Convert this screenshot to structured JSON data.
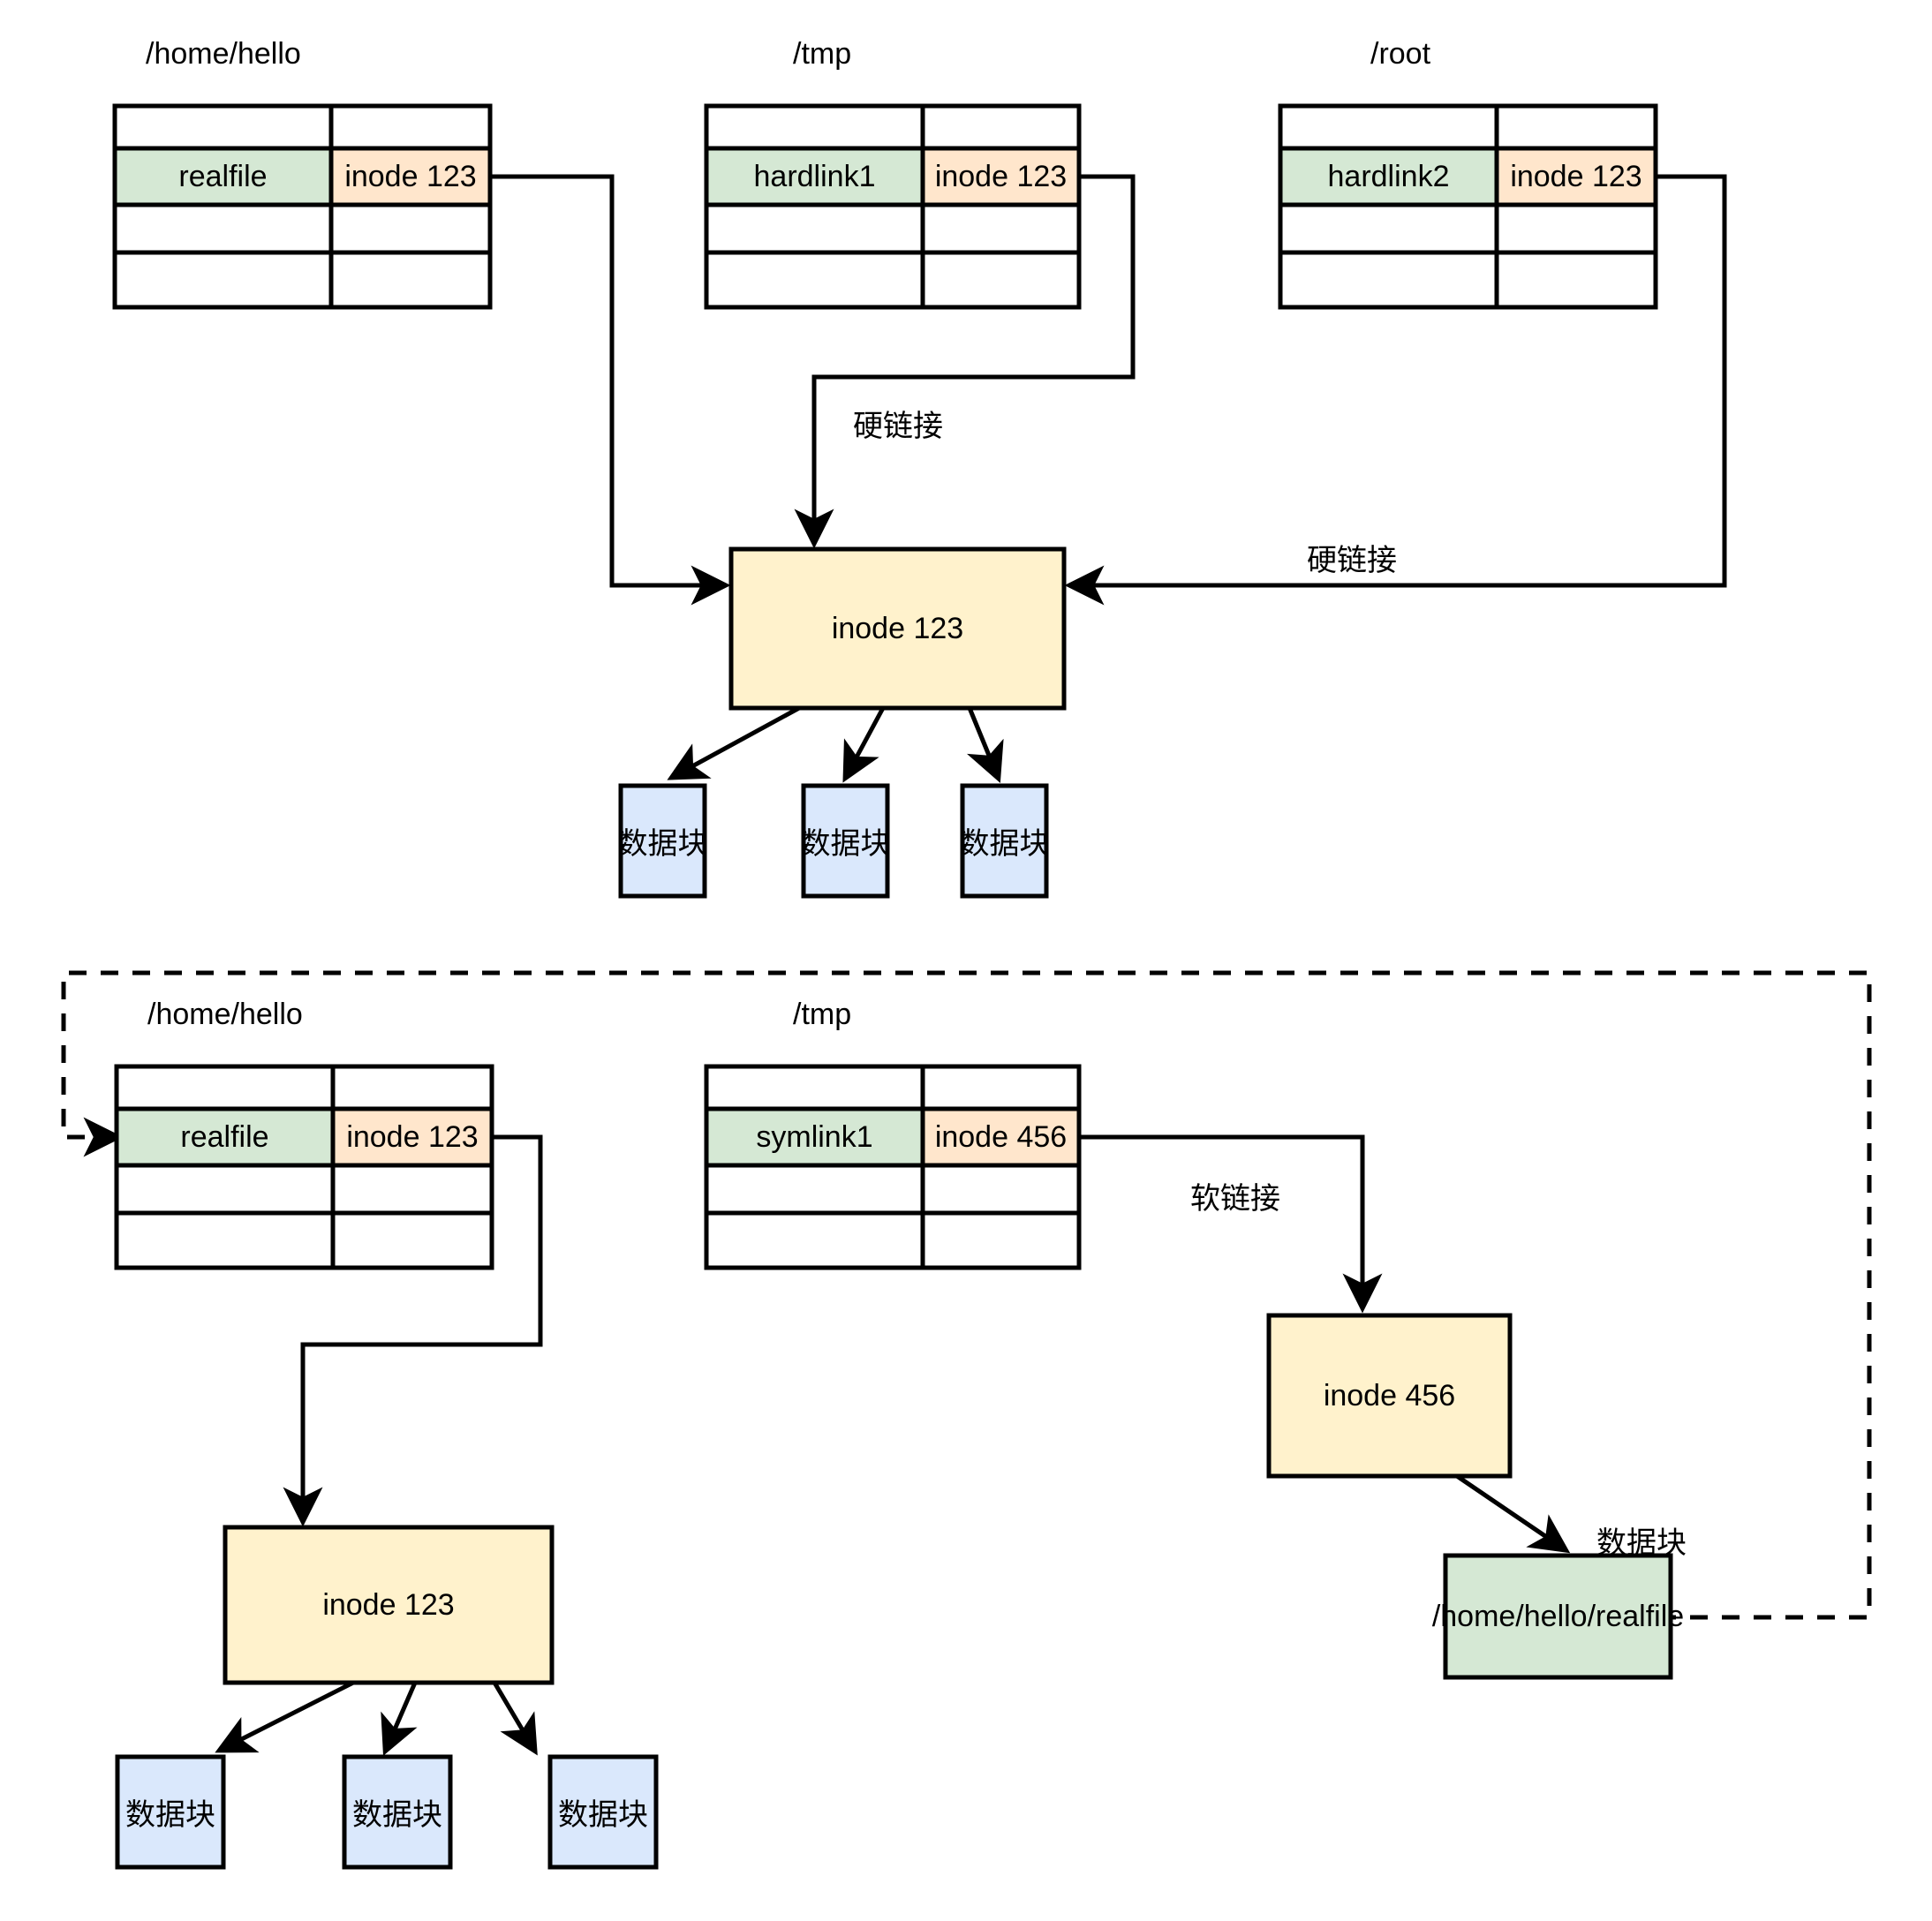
{
  "diagram": {
    "title_hint": "hard link and symbolic link inode diagram",
    "colors": {
      "name_cell_green": "#d5e8d4",
      "inode_cell_yellow": "#ffe6cc",
      "inode_box_yellow": "#fff2cc",
      "data_block_blue": "#dae8fc",
      "target_green": "#d5e8d4",
      "stroke": "#000000"
    }
  },
  "upper": {
    "tables": [
      {
        "caption": "/home/hello",
        "rows": [
          {
            "name": "",
            "inode": ""
          },
          {
            "name": "realfile",
            "inode": "inode 123",
            "highlight": true
          },
          {
            "name": "",
            "inode": ""
          },
          {
            "name": "",
            "inode": ""
          }
        ]
      },
      {
        "caption": "/tmp",
        "rows": [
          {
            "name": "",
            "inode": ""
          },
          {
            "name": "hardlink1",
            "inode": "inode 123",
            "highlight": true
          },
          {
            "name": "",
            "inode": ""
          },
          {
            "name": "",
            "inode": ""
          }
        ]
      },
      {
        "caption": "/root",
        "rows": [
          {
            "name": "",
            "inode": ""
          },
          {
            "name": "hardlink2",
            "inode": "inode 123",
            "highlight": true
          },
          {
            "name": "",
            "inode": ""
          },
          {
            "name": "",
            "inode": ""
          }
        ]
      }
    ],
    "edge_labels": {
      "hardlink_center": "硬链接",
      "hardlink_right": "硬链接"
    },
    "inode_box": "inode 123",
    "data_blocks": [
      "数据块",
      "数据块",
      "数据块"
    ]
  },
  "lower": {
    "tables": [
      {
        "caption": "/home/hello",
        "rows": [
          {
            "name": "",
            "inode": ""
          },
          {
            "name": "realfile",
            "inode": "inode 123",
            "highlight": true
          },
          {
            "name": "",
            "inode": ""
          },
          {
            "name": "",
            "inode": ""
          }
        ]
      },
      {
        "caption": "/tmp",
        "rows": [
          {
            "name": "",
            "inode": ""
          },
          {
            "name": "symlink1",
            "inode": "inode 456",
            "highlight": true
          },
          {
            "name": "",
            "inode": ""
          },
          {
            "name": "",
            "inode": ""
          }
        ]
      }
    ],
    "edge_labels": {
      "symlink": "软链接",
      "data_block": "数据块"
    },
    "inode_box_left": "inode 123",
    "inode_box_right": "inode 456",
    "symlink_target": "/home/hello/realfile",
    "data_blocks": [
      "数据块",
      "数据块",
      "数据块"
    ]
  }
}
